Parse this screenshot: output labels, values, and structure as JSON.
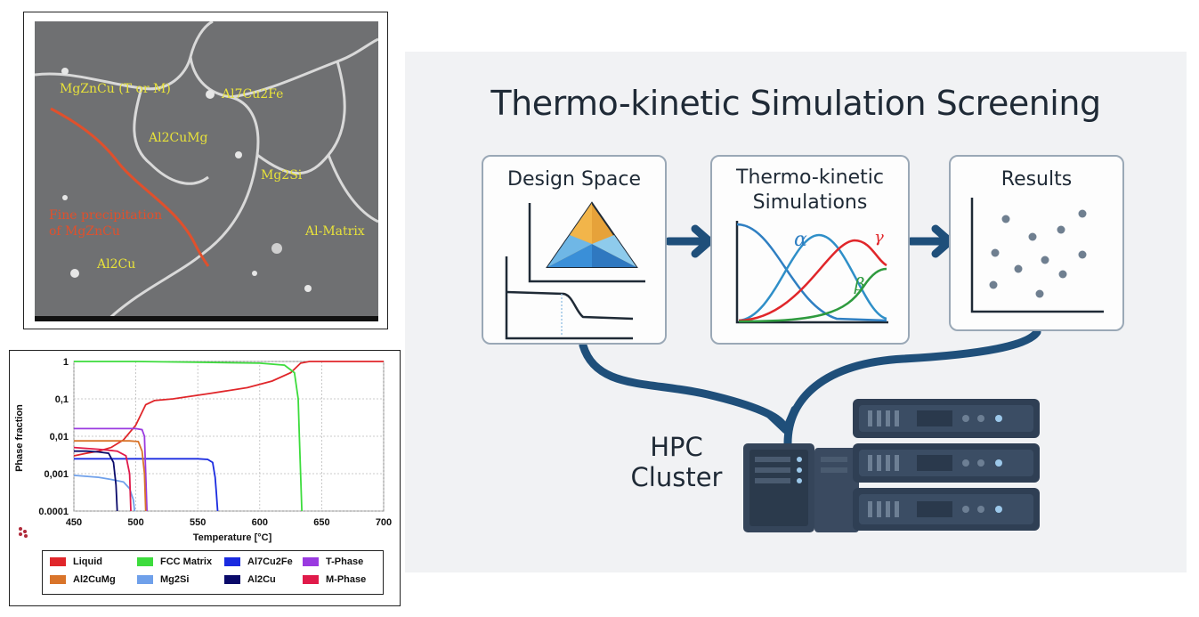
{
  "micrograph": {
    "labels": {
      "mgzncu": "MgZnCu (T or M)",
      "al7cu2fe": "Al7Cu2Fe",
      "al2cumg": "Al2CuMg",
      "mg2si": "Mg2Si",
      "fine_precip_1": "Fine precipitation",
      "fine_precip_2": "of MgZnCu",
      "al_matrix": "Al-Matrix",
      "al2cu": "Al2Cu"
    },
    "label_color": "#e8e23a",
    "precip_color": "#e0502c"
  },
  "chart_data": {
    "type": "line",
    "xlabel": "Temperature [°C]",
    "ylabel": "Phase fraction",
    "xlim": [
      450,
      700
    ],
    "ylim": [
      0.0001,
      1
    ],
    "yscale": "log",
    "xticks": [
      "450",
      "500",
      "550",
      "600",
      "650",
      "700"
    ],
    "yticks": [
      "0.0001",
      "0,001",
      "0,01",
      "0,1",
      "1"
    ],
    "ytick_labels": [
      "0.0001",
      "0,001",
      "0,01",
      "0,1",
      "1"
    ],
    "grid": true,
    "legend_placement": "bottom",
    "series": [
      {
        "name": "Liquid",
        "color": "#e0262a",
        "points": [
          [
            450,
            0.003
          ],
          [
            460,
            0.0035
          ],
          [
            470,
            0.004
          ],
          [
            480,
            0.005
          ],
          [
            490,
            0.008
          ],
          [
            500,
            0.02
          ],
          [
            508,
            0.07
          ],
          [
            515,
            0.09
          ],
          [
            530,
            0.1
          ],
          [
            560,
            0.14
          ],
          [
            590,
            0.2
          ],
          [
            610,
            0.3
          ],
          [
            625,
            0.5
          ],
          [
            633,
            0.9
          ],
          [
            640,
            1
          ],
          [
            700,
            1
          ]
        ]
      },
      {
        "name": "FCC Matrix",
        "color": "#3ddc3d",
        "points": [
          [
            450,
            1
          ],
          [
            500,
            1
          ],
          [
            550,
            0.95
          ],
          [
            600,
            0.9
          ],
          [
            620,
            0.8
          ],
          [
            628,
            0.5
          ],
          [
            631,
            0.1
          ],
          [
            632,
            0.01
          ],
          [
            633,
            0.001
          ],
          [
            634,
            0.0001
          ]
        ]
      },
      {
        "name": "Al7Cu2Fe",
        "color": "#1a2be0",
        "points": [
          [
            450,
            0.0025
          ],
          [
            480,
            0.0025
          ],
          [
            520,
            0.0025
          ],
          [
            550,
            0.0025
          ],
          [
            558,
            0.0024
          ],
          [
            562,
            0.002
          ],
          [
            564,
            0.0008
          ],
          [
            565,
            0.0003
          ],
          [
            566,
            0.0001
          ]
        ]
      },
      {
        "name": "T-Phase",
        "color": "#9a3ae0",
        "points": [
          [
            450,
            0.016
          ],
          [
            480,
            0.016
          ],
          [
            500,
            0.016
          ],
          [
            505,
            0.015
          ],
          [
            507,
            0.01
          ],
          [
            508,
            0.001
          ],
          [
            509,
            0.0001
          ]
        ]
      },
      {
        "name": "Al2CuMg",
        "color": "#d9742a",
        "points": [
          [
            450,
            0.0075
          ],
          [
            480,
            0.0075
          ],
          [
            495,
            0.0075
          ],
          [
            502,
            0.0072
          ],
          [
            505,
            0.004
          ],
          [
            507,
            0.001
          ],
          [
            508,
            0.0001
          ]
        ]
      },
      {
        "name": "Mg2Si",
        "color": "#6fa0ea",
        "points": [
          [
            450,
            0.0009
          ],
          [
            470,
            0.0008
          ],
          [
            480,
            0.0007
          ],
          [
            490,
            0.0006
          ],
          [
            495,
            0.0004
          ],
          [
            498,
            0.0002
          ],
          [
            499,
            0.0001
          ]
        ]
      },
      {
        "name": "Al2Cu",
        "color": "#0a0a6a",
        "points": [
          [
            450,
            0.004
          ],
          [
            460,
            0.004
          ],
          [
            470,
            0.0038
          ],
          [
            478,
            0.0035
          ],
          [
            482,
            0.002
          ],
          [
            484,
            0.0005
          ],
          [
            485,
            0.0001
          ]
        ]
      },
      {
        "name": "M-Phase",
        "color": "#e01a4a",
        "points": [
          [
            450,
            0.005
          ],
          [
            470,
            0.0045
          ],
          [
            485,
            0.004
          ],
          [
            492,
            0.003
          ],
          [
            495,
            0.001
          ],
          [
            496,
            0.0001
          ]
        ]
      }
    ]
  },
  "legend": {
    "items": [
      {
        "label": "Liquid",
        "color": "#e0262a"
      },
      {
        "label": "FCC Matrix",
        "color": "#3ddc3d"
      },
      {
        "label": "Al7Cu2Fe",
        "color": "#1a2be0"
      },
      {
        "label": "T-Phase",
        "color": "#9a3ae0"
      },
      {
        "label": "Al2CuMg",
        "color": "#d9742a"
      },
      {
        "label": "Mg2Si",
        "color": "#6fa0ea"
      },
      {
        "label": "Al2Cu",
        "color": "#0a0a6a"
      },
      {
        "label": "M-Phase",
        "color": "#e01a4a"
      }
    ]
  },
  "workflow": {
    "title": "Thermo-kinetic Simulation Screening",
    "design_space": "Design Space",
    "simulations_line1": "Thermo-kinetic",
    "simulations_line2": "Simulations",
    "results": "Results",
    "hpc_line1": "HPC",
    "hpc_line2": "Cluster",
    "greek_alpha": "α",
    "greek_gamma": "γ",
    "greek_beta": "β",
    "colors": {
      "arrow": "#1f4f7a",
      "text": "#1f2a36",
      "card_border": "#9aa8b6",
      "server": "#35455a"
    }
  }
}
